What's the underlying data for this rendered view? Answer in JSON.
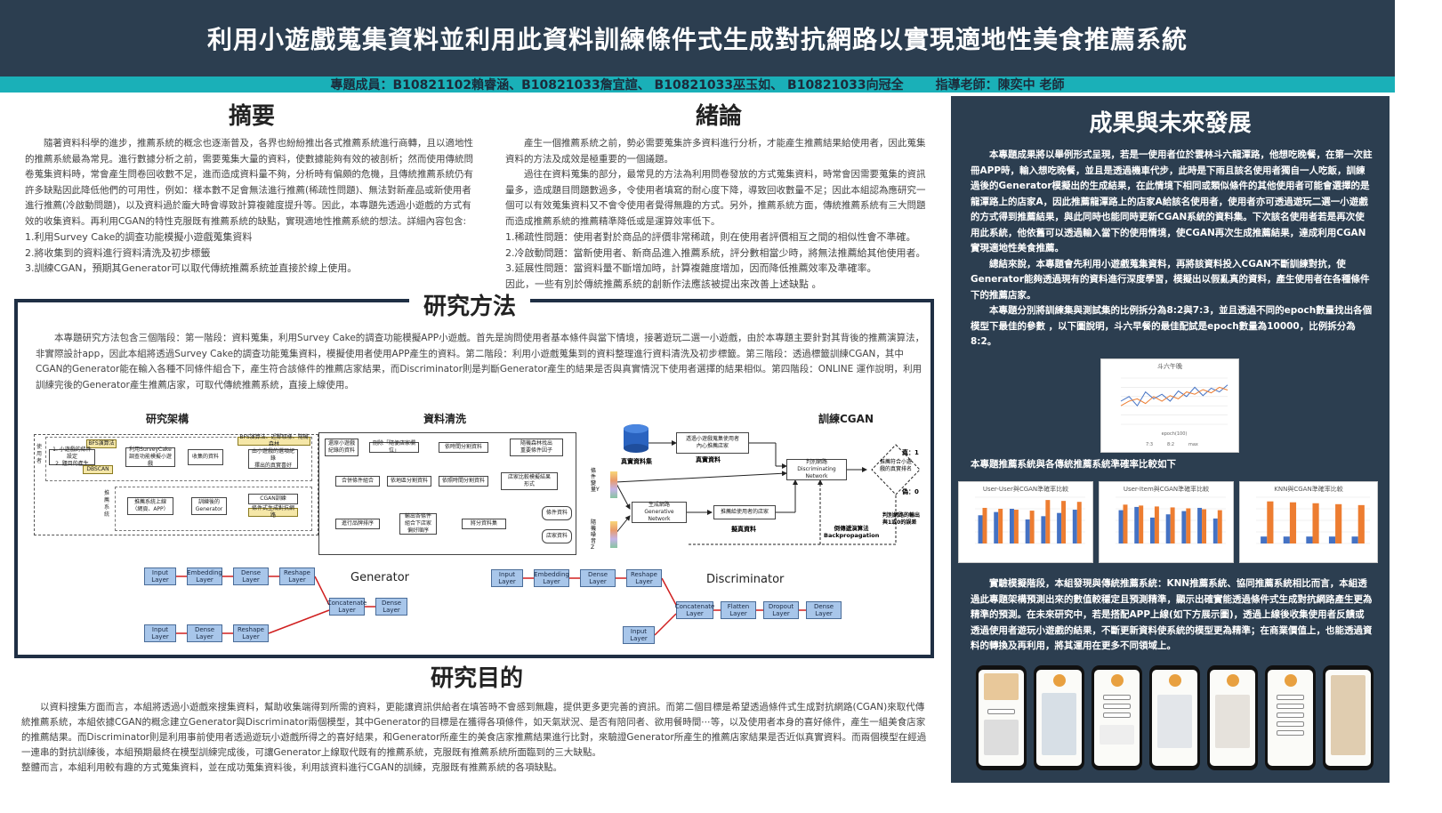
{
  "title": "利用小遊戲蒐集資料並利用此資料訓練條件式生成對抗網路以實現適地性美食推薦系統",
  "members": "專題成員：B10821102賴睿涵、B10821033詹宜諠、 B10821033巫玉如、 B10821033向冠全",
  "advisor": "指導老師：陳奕中 老師",
  "abstract": {
    "heading": "摘要",
    "paragraph": "隨著資料科學的進步，推薦系統的概念也逐漸普及，各界也紛紛推出各式推薦系統進行商轉，且以適地性的推薦系統最為常見。進行數據分析之前，需要蒐集大量的資料，使數據能夠有效的被剖析；然而使用傳統問卷蒐集資料時，常會產生問卷回收數不足，進而造成資料量不夠，分析時有偏頗的危機，且傳統推薦系統仍有許多缺點因此降低他們的可用性，例如：樣本數不足會無法進行推薦(稀疏性問題)、無法對新產品或新使用者進行推薦(冷啟動問題)，以及資料過於龐大時會導致計算複雜度提升等。因此，本專題先透過小遊戲的方式有效的收集資料。再利用CGAN的特性克服既有推薦系統的缺點，實現適地性推薦系統的想法。詳細內容包含:",
    "items": [
      "1.利用Survey Cake的調查功能模擬小遊戲蒐集資料",
      "2.將收集到的資料進行資料清洗及初步標籤",
      "3.訓練CGAN，預期其Generator可以取代傳統推薦系統並直接於線上使用。"
    ]
  },
  "intro": {
    "heading": "緒論",
    "p1": "產生一個推薦系統之前，勢必需要蒐集許多資料進行分析，才能產生推薦結果給使用者，因此蒐集資料的方法及成效是極重要的一個議題。",
    "p2": "過往在資料蒐集的部分，最常見的方法為利用問卷發放的方式蒐集資料，時常會因需要蒐集的資訊量多，造成題目問題數過多，令使用者填寫的耐心度下降，導致回收數量不足；因此本組認為應研究一個可以有效蒐集資料又不會令使用者覺得無趣的方式。另外，推薦系統方面，傳統推薦系統有三大問題而造成推薦系統的推薦精準降低或是運算效率低下。",
    "items": [
      "1.稀疏性問題：使用者對於商品的評價非常稀疏，則在使用者評價相互之間的相似性會不準確。",
      "2.冷啟動問題：當新使用者、新商品進入推薦系統，評分數相當少時，將無法推薦給其他使用者。",
      "3.延展性問題：當資料量不斷增加時，計算複雜度增加，因而降低推薦效率及準確率。"
    ],
    "closing": "因此，一些有別於傳統推薦系統的創新作法應該被提出來改善上述缺點 。"
  },
  "methods": {
    "heading": "研究方法",
    "paragraph": "本專題研究方法包含三個階段：第一階段：資料蒐集，利用Survey Cake的調查功能模擬APP小遊戲。首先是詢問使用者基本條件與當下情境，接著遊玩二選一小遊戲，由於本專題主要針對其背後的推薦演算法，非實際設計app，因此本組將透過Survey Cake的調查功能蒐集資料，模擬使用者使用APP產生的資料。第二階段：利用小遊戲蒐集到的資料整理進行資料清洗及初步標籤。第三階段：透過標籤訓練CGAN，其中CGAN的Generator能在輸入各種不同條件組合下，產生符合該條件的推薦店家結果，而Discriminator則是判斷Generator產生的結果是否與真實情況下使用者選擇的結果相似。第四階段：ONLINE 運作說明，利用訓練完後的Generator產生推薦店家，可取代傳統推薦系統，直接上線使用。",
    "architecture": {
      "title": "研究架構",
      "side_top": "使用者",
      "side_bottom": "推薦系統",
      "bfs": "BFS演算法",
      "dbscan": "DBSCAN",
      "steps": "1. 小遊戲的條件設定\n2. 題目的產生",
      "survey": "利用SurveyCake\n調查功能模擬小遊戲",
      "collected": "收集的資料",
      "clean": "由小遊戲的選項紀錄\n擇出的真實喜好",
      "bfs2": "BFS演算法、近鄰取樣、隨機森林",
      "online": "推薦系統上線\n（網頁、APP）",
      "trained_gen": "訓練後的\nGenerator",
      "cgan": "CGAN訓練",
      "cgan_sub": "條件式生成對抗網路"
    },
    "cleaning": {
      "title": "資料清洗",
      "boxes": [
        "還原小遊戲\n紀錄的資料",
        "刪除「隨便店家欄位」",
        "依時間分割資料",
        "隨機森林找出\n重要條件因子",
        "合併條件組合",
        "依地區分割資料",
        "依照時間分割資料",
        "店家比較模擬結果\n形式",
        "進行品牌排序",
        "輸出各條件\n組合下店家\n偏好順序",
        "將分資料集",
        "條件資料",
        "店家資料"
      ]
    },
    "training": {
      "title": "訓練CGAN",
      "real_data": "真實資料集",
      "real_data_label": "真實資料",
      "real_user": "透過小遊戲蒐集使用者\n內心推薦店家",
      "condition": "條件變量Y",
      "noise": "隨機噪音Z",
      "generator": "生成網路\nGenerative Network",
      "gen_store": "推薦給使用者的店家",
      "fake_data": "擬真資料",
      "discriminator": "判別網路\nDiscriminating Network",
      "decision": "推薦符合小遊\n戲的真實排名",
      "true_label": "真：1",
      "false_label": "偽：0",
      "backprop": "倒傳遞演算法\nBackpropagation",
      "judge": "判別網路的輸出\n與1或0的誤差"
    },
    "generator": {
      "label": "Generator",
      "row1": [
        "Input\nLayer",
        "Embedding\nLayer",
        "Dense\nLayer",
        "Reshape\nLayer"
      ],
      "row2": [
        "Input\nLayer",
        "Dense\nLayer",
        "Reshape\nLayer"
      ],
      "concat": "Concatenate\nLayer",
      "dense": "Dense\nLayer"
    },
    "discriminator": {
      "label": "Discriminator",
      "row1": [
        "Input\nLayer",
        "Embedding\nLayer",
        "Dense\nLayer",
        "Reshape\nLayer"
      ],
      "row2": [
        "Input\nLayer"
      ],
      "concat": "Concatenate\nLayer",
      "tail": [
        "Flatten\nLayer",
        "Dropout\nLayer",
        "Dense\nLayer"
      ]
    }
  },
  "purpose": {
    "heading": "研究目的",
    "p1": "以資料搜集方面而言，本組將透過小遊戲來搜集資料，幫助收集端得到所需的資料，更能讓資訊供給者在填答時不會感到無趣，提供更多更完善的資訊。而第二個目標是希望透過條件式生成對抗網路(CGAN)來取代傳統推薦系統，本組依據CGAN的概念建立Generator與Discriminator兩個模型，其中Generator的目標是在獲得各項條件，如天氣狀況、是否有陪同者、欲用餐時間⋯等，以及使用者本身的喜好條件，產生一組美食店家的推薦結果。而Discriminator則是利用事前使用者透過遊玩小遊戲所得之的喜好結果，和Generator所產生的美食店家推薦結果進行比對，來驗證Generator所產生的推薦店家結果是否近似真實資料。而兩個模型在經過一連串的對抗訓練後，本組預期最終在模型訓練完成後，可讓Generator上線取代既有的推薦系統，克服既有推薦系統所面臨到的三大缺點。",
    "p2": "整體而言，本組利用較有趣的方式蒐集資料，並在成功蒐集資料後，利用該資料進行CGAN的訓練，克服既有推薦系統的各項缺點。"
  },
  "results": {
    "heading": "成果與未來發展",
    "p1": "本專題成果將以舉例形式呈現，若是一使用者位於雲林斗六龍潭路，他想吃晚餐，在第一次註冊APP時，輸入想吃晚餐，並且是透過機車代步，此時是下雨且該名使用者獨自一人吃飯，訓練過後的Generator模擬出的生成結果，在此情境下相同或類似條件的其他使用者可能會選擇的是龍潭路上的店家A，因此推薦龍潭路上的店家A給該名使用者，使用者亦可透過遊玩二選一小遊戲的方式得到推薦結果，與此同時也能同時更新CGAN系統的資料集。下次該名使用者若是再次使用此系統，他依舊可以透過輸入當下的使用情境，使CGAN再次生成推薦結果，達成利用CGAN實現適地性美食推薦。",
    "p2": "總結來說，本專題會先利用小遊戲蒐集資料，再將該資料投入CGAN不斷訓練對抗，使Generator能夠透過現有的資料進行深度學習，模擬出以假亂真的資料，產生使用者在各種條件下的推薦店家。",
    "p3": "本專題分別將訓練集與測試集的比例拆分為8:2與7:3，並且透過不同的epoch數量找出各個模型下最佳的參數 ，以下圖說明，斗六早餐的最佳配試是epoch數量為10000，比例拆分為8:2。",
    "line_chart": {
      "title": "斗六午晚",
      "xlabel": "epoch(100)",
      "legend": [
        "7:3",
        "8:2",
        "max"
      ]
    },
    "compare_heading": "本專題推薦系統與各傳統推薦系統準確率比較如下",
    "bar_titles": [
      "User-User與CGAN準確率比較",
      "User-Item與CGAN準確率比較",
      "KNN與CGAN準確率比較"
    ],
    "p4": "實驗模擬階段，本組發現與傳統推薦系統：KNN推薦系統、協同推薦系統相比而言，本組透過此專題架構預測出來的數值較穩定且預測精準，顯示出確實能透過條件式生成對抗網路產生更為精準的預測。在未來研究中，若是搭配APP上線(如下方展示圖)，透過上線後收集使用者反饋或透過使用者遊玩小遊戲的結果，不斷更新資料使系統的模型更為精準；在商業價值上，也能透過資料的轉換及再利用，將其運用在更多不同領域上。"
  },
  "colors": {
    "dark": "#2c3e50",
    "teal": "#1ab0b8",
    "blue_series": "#4472c4",
    "orange_series": "#ed7d31",
    "net_box": "#a8c6ea"
  }
}
